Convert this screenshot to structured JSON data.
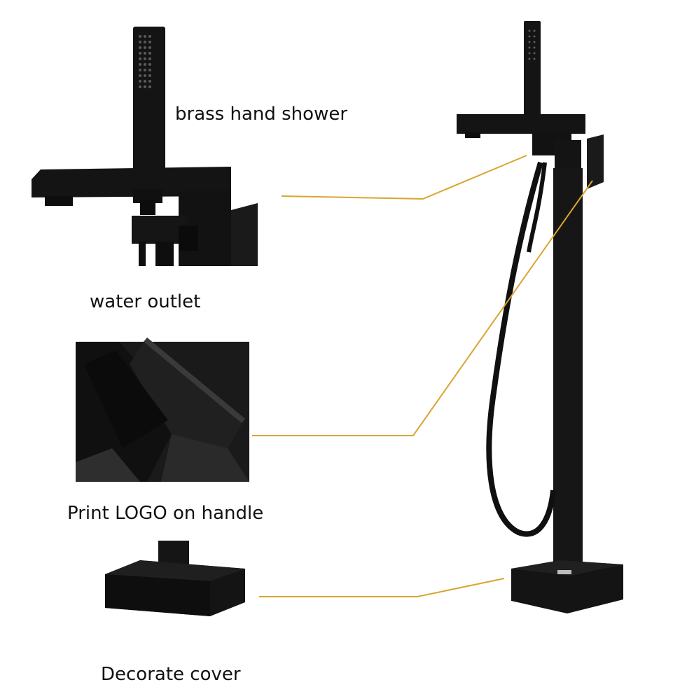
{
  "labels": {
    "hand_shower": "brass hand shower",
    "water_outlet": "water outlet",
    "logo_handle": "Print LOGO on handle",
    "decorate_cover": "Decorate cover"
  },
  "colors": {
    "product": "#121212",
    "product_highlight": "#3a3a3a",
    "leader_line": "#d9a52e",
    "background": "#ffffff"
  }
}
